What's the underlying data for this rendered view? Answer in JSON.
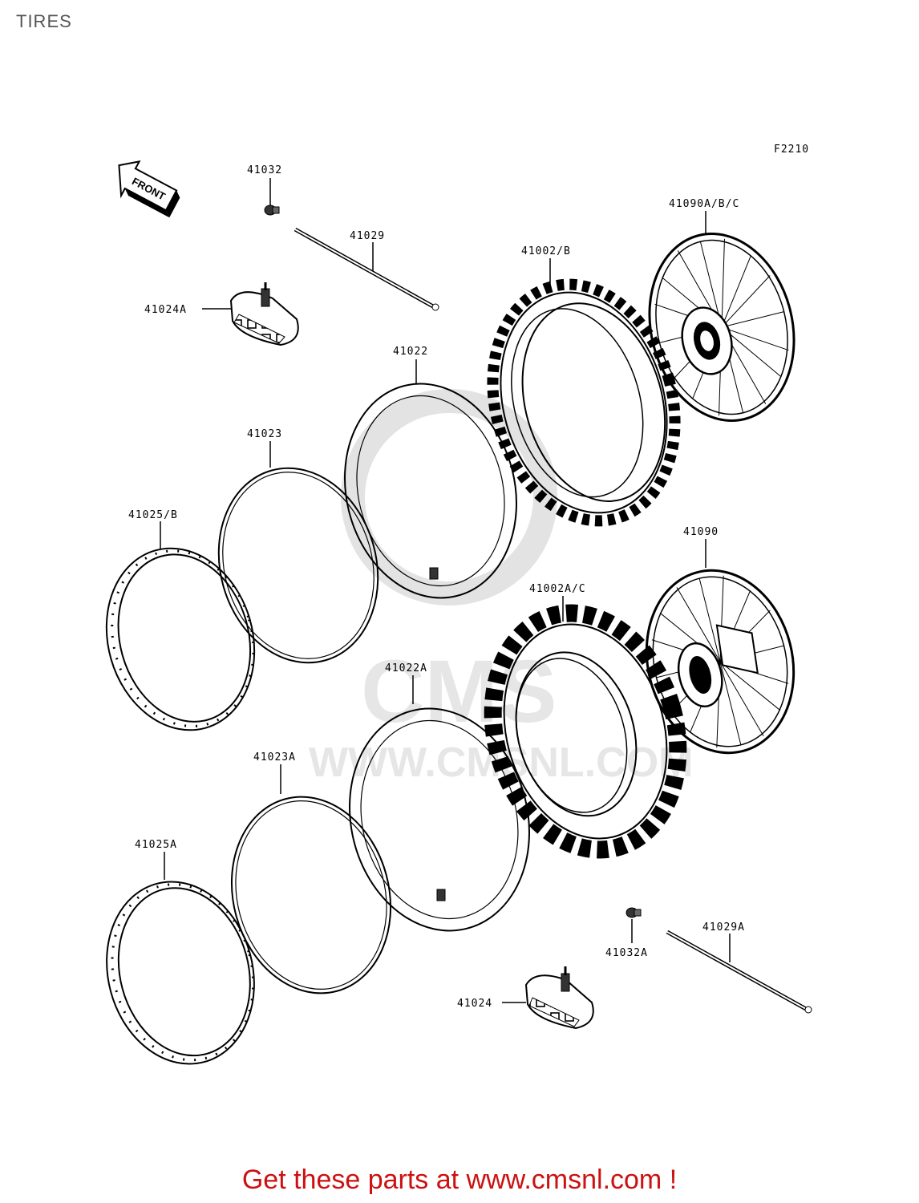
{
  "page": {
    "title": "TIRES",
    "figure_code": "F2210"
  },
  "front_indicator": "FRONT",
  "watermark": {
    "logo_text": "CMS",
    "url_text": "WWW.CMSNL.COM"
  },
  "parts": {
    "p41032": "41032",
    "p41029": "41029",
    "p41024A": "41024A",
    "p41022": "41022",
    "p41002B": "41002/B",
    "p41090ABC": "41090A/B/C",
    "p41023": "41023",
    "p41025B": "41025/B",
    "p41090": "41090",
    "p41002AC": "41002A/C",
    "p41022A": "41022A",
    "p41023A": "41023A",
    "p41025A": "41025A",
    "p41029A": "41029A",
    "p41032A": "41032A",
    "p41024": "41024"
  },
  "footer": {
    "cta": "Get these parts at www.cmsnl.com !"
  }
}
